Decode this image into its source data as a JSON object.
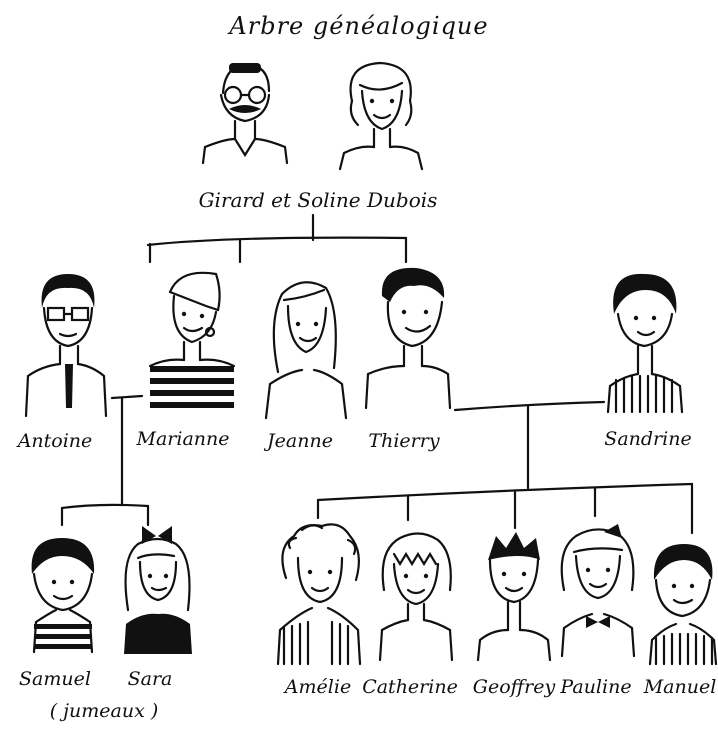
{
  "title": "Arbre généalogique",
  "grandparents": {
    "label": "Girard et Soline Dubois",
    "girard_icon": "man-glasses-mustache-portrait",
    "soline_icon": "woman-short-hair-portrait"
  },
  "children": [
    {
      "name": "Antoine",
      "icon": "man-glasses-tie-portrait"
    },
    {
      "name": "Marianne",
      "icon": "woman-striped-shirt-portrait"
    },
    {
      "name": "Jeanne",
      "icon": "woman-long-hair-portrait"
    },
    {
      "name": "Thierry",
      "icon": "man-portrait"
    }
  ],
  "spouse": {
    "name": "Sandrine",
    "icon": "woman-curly-hair-portrait"
  },
  "twins": {
    "members": [
      {
        "name": "Samuel",
        "icon": "boy-striped-shirt-portrait"
      },
      {
        "name": "Sara",
        "icon": "girl-bow-portrait"
      }
    ],
    "note": "( jumeaux )"
  },
  "grandchildren": [
    {
      "name": "Amélie",
      "icon": "girl-curly-hair-portrait"
    },
    {
      "name": "Catherine",
      "icon": "girl-bangs-portrait"
    },
    {
      "name": "Geoffrey",
      "icon": "boy-spiky-hair-portrait"
    },
    {
      "name": "Pauline",
      "icon": "girl-bow-tie-portrait"
    },
    {
      "name": "Manuel",
      "icon": "boy-striped-shirt-portrait"
    }
  ]
}
